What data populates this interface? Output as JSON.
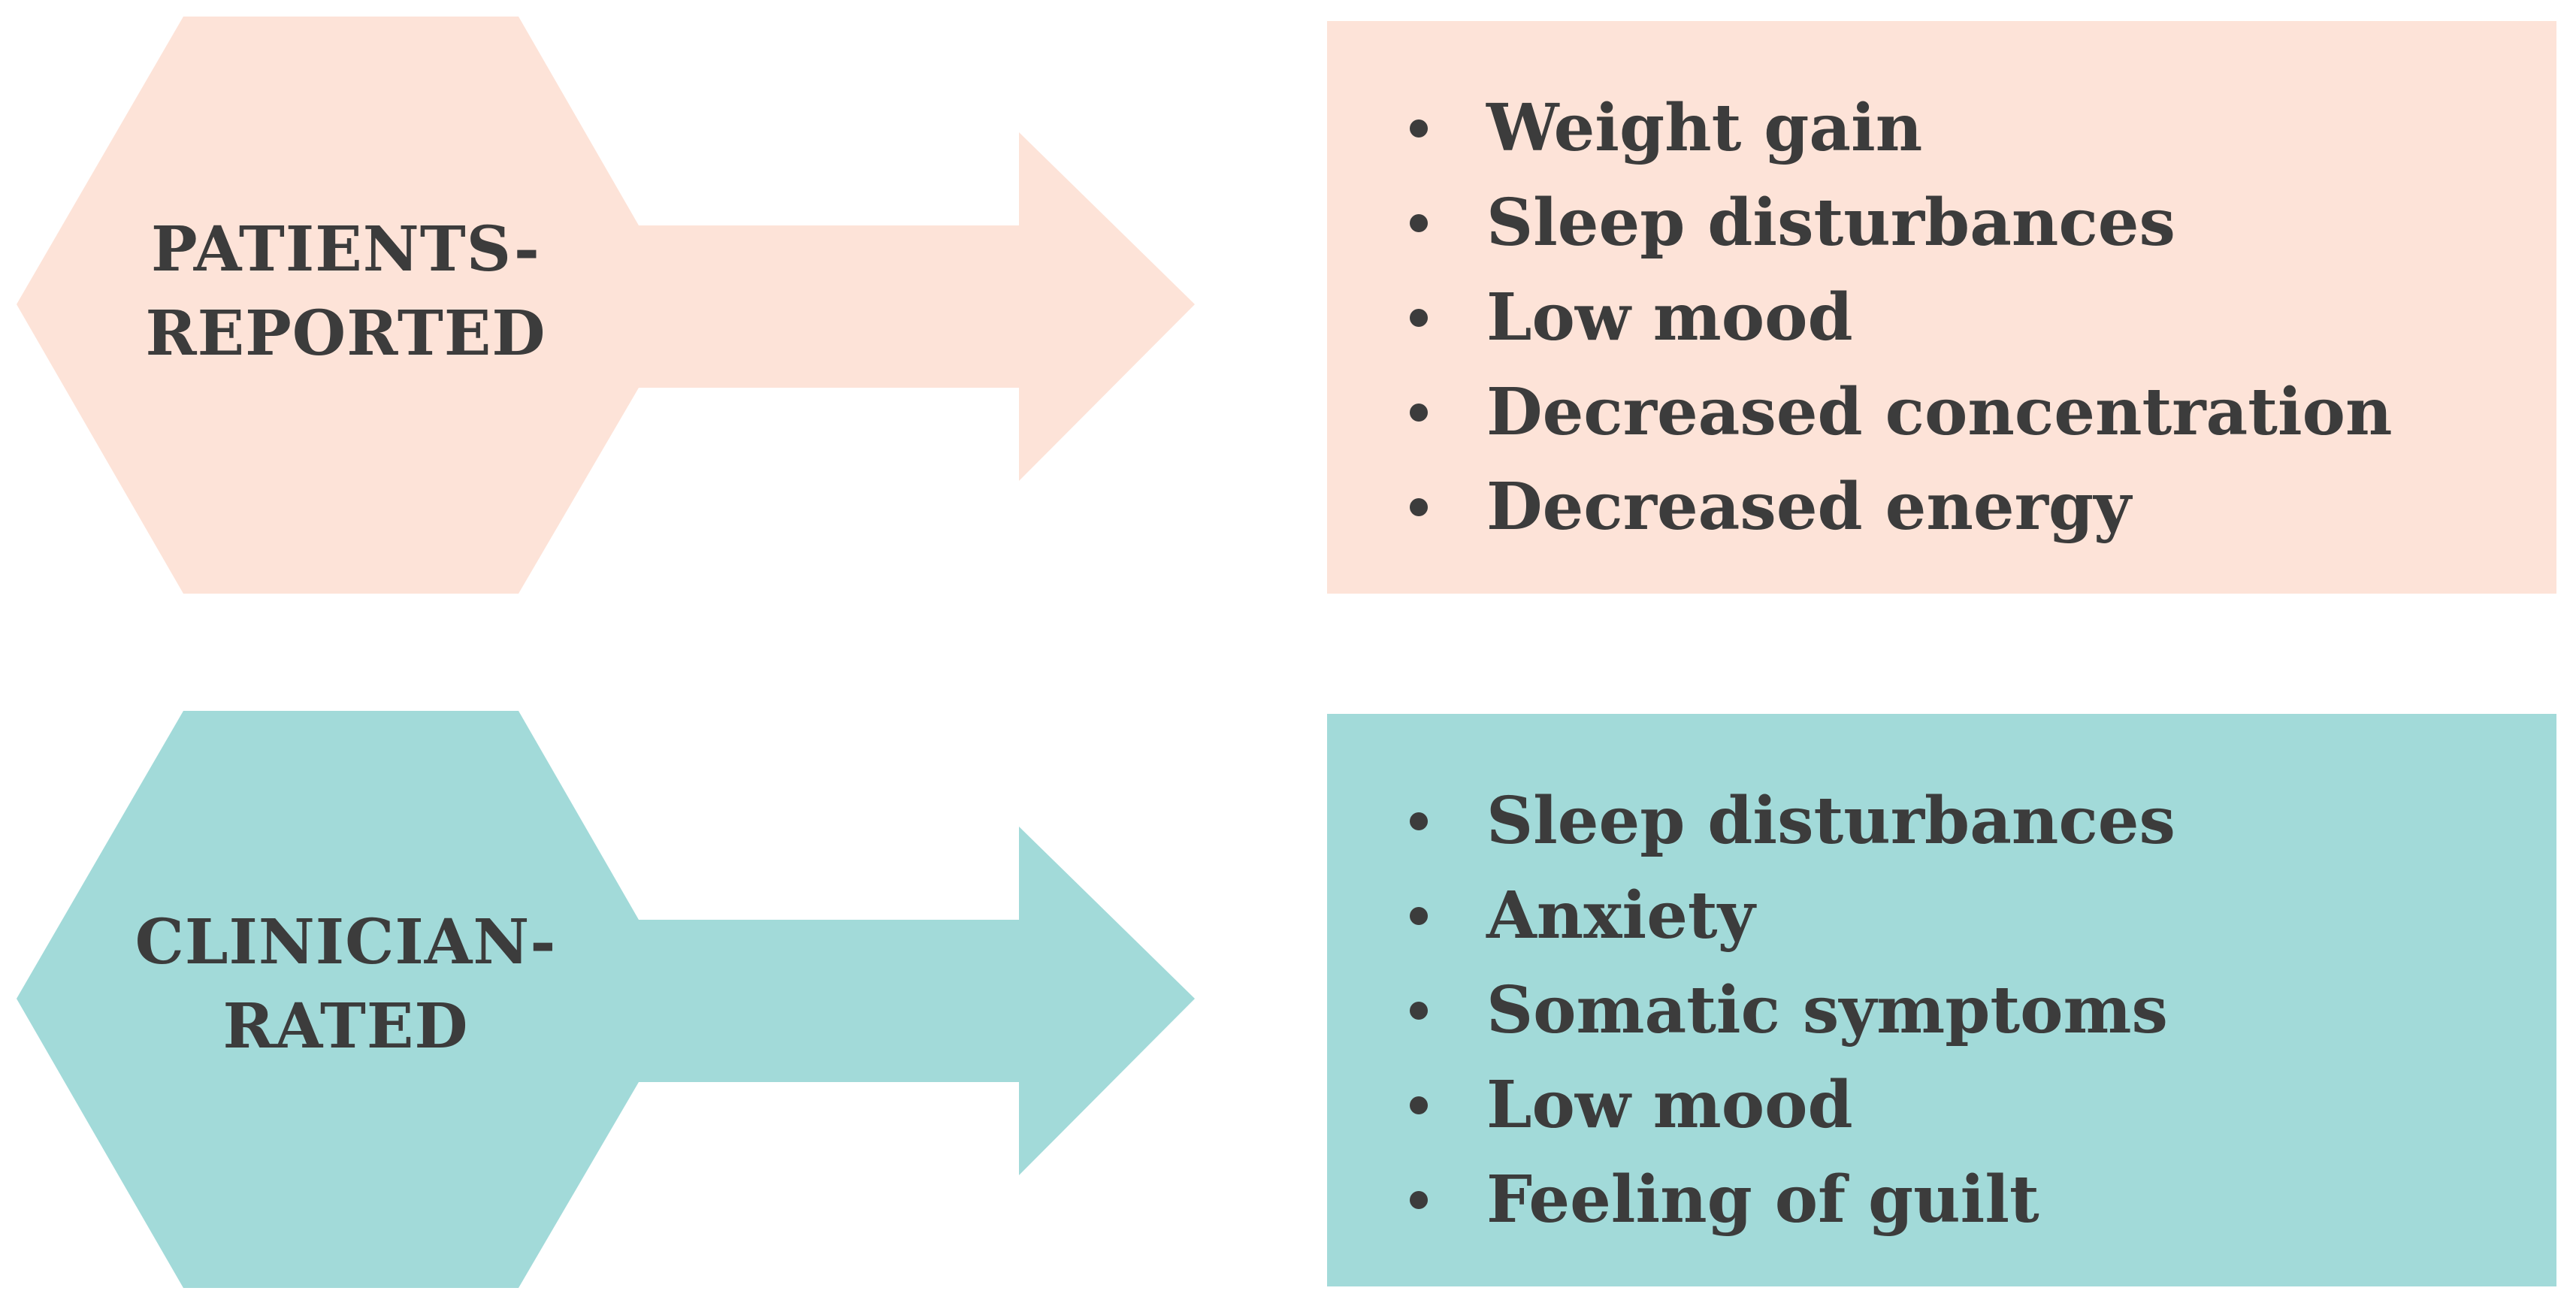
{
  "colors": {
    "patients_fill": "#fde3d8",
    "clinician_fill": "#a2dad9",
    "text": "#3c3c3c",
    "background": "#ffffff"
  },
  "groups": {
    "patients": {
      "label_lines": [
        "PATIENTS-",
        "REPORTED"
      ],
      "items": [
        "Weight gain",
        "Sleep disturbances",
        "Low mood",
        "Decreased concentration",
        "Decreased energy"
      ]
    },
    "clinician": {
      "label_lines": [
        "CLINICIAN-",
        "RATED"
      ],
      "items": [
        "Sleep disturbances",
        "Anxiety",
        "Somatic symptoms",
        "Low mood",
        "Feeling of guilt"
      ]
    }
  }
}
